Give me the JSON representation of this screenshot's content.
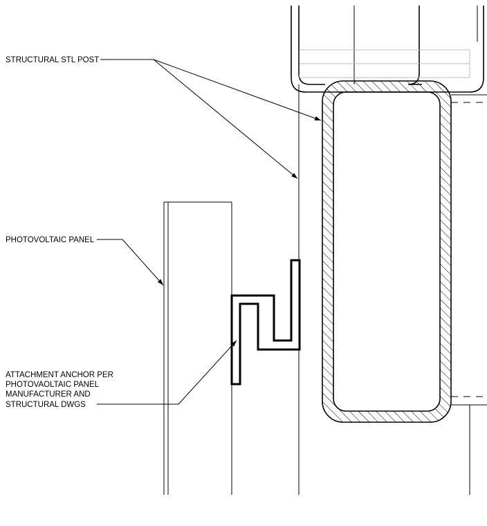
{
  "labels": {
    "structural_post": "STRUCTURAL STL POST",
    "pv_panel": "PHOTOVOLTAIC PANEL",
    "anchor": [
      "ATTACHMENT ANCHOR PER",
      "PHOTOVAOLTAIC PANEL",
      "MANUFACTURER AND",
      "STRUCTURAL DWGS"
    ]
  }
}
